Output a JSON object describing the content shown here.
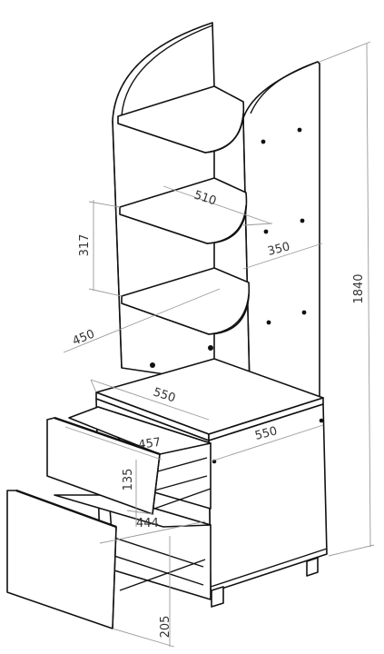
{
  "dimensions": {
    "total_height": "1840",
    "shelf_width": "510",
    "shelf_depth": "350",
    "shelf_spacing": "317",
    "shelf_section_depth": "450",
    "tabletop_width": "550",
    "pedestal_depth": "550",
    "upper_drawer_depth": "457",
    "upper_drawer_height": "135",
    "lower_drawer_depth": "444",
    "lower_drawer_height": "205"
  },
  "colors": {
    "line": "#111111",
    "dimension_line": "#9a9a9a",
    "label": "#333333"
  }
}
